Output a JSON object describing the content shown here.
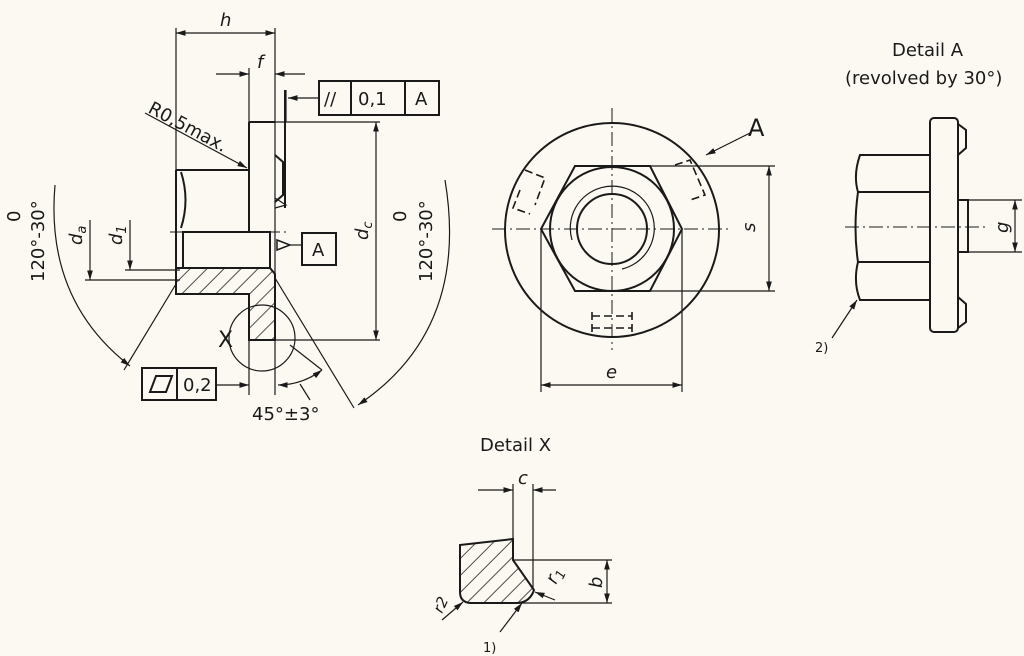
{
  "side_view": {
    "dim_h": "h",
    "dim_f": "f",
    "radius_note": "R0,5max.",
    "dim_dc": "d",
    "dim_dc_sub": "c",
    "dim_da": "d",
    "dim_da_sub": "a",
    "dim_d1": "d",
    "dim_d1_sub": "1",
    "angle_left_top": "0",
    "angle_left": "120°-30°",
    "angle_right_top": "0",
    "angle_right": "120°-30°",
    "angle_chamfer": "45°±3°",
    "detail_marker": "X",
    "parallelism_frame": {
      "symbol": "//",
      "tolerance": "0,1",
      "datum": "A"
    },
    "datum_label": "A",
    "flatness_frame": {
      "symbol": "▱",
      "tolerance": "0,2"
    }
  },
  "front_view": {
    "view_arrow_label": "A",
    "dim_s": "s",
    "dim_e": "e"
  },
  "detail_a": {
    "title": "Detail A",
    "subtitle": "(revolved by 30°)",
    "dim_g": "g",
    "note_ref": "2)"
  },
  "detail_x": {
    "title": "Detail X",
    "dim_c": "c",
    "dim_b": "b",
    "radius_r1": "r",
    "radius_r1_sub": "1",
    "radius_r2": "r2",
    "note_ref": "1)"
  }
}
